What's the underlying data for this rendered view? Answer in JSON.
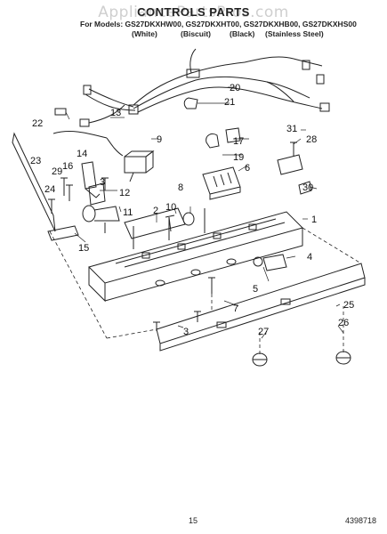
{
  "watermark": "AppliancePartsPros.com",
  "title": "CONTROLS PARTS",
  "models_line": "For Models: GS27DKXHW00, GS27DKXHT00, GS27DKXHB00, GS27DKXHS00",
  "colors": [
    "(White)",
    "(Biscuit)",
    "(Black)",
    "(Stainless Steel)"
  ],
  "callouts": [
    "1",
    "2",
    "3",
    "3",
    "4",
    "5",
    "6",
    "7",
    "8",
    "9",
    "10",
    "11",
    "12",
    "13",
    "14",
    "15",
    "16",
    "17",
    "19",
    "20",
    "21",
    "22",
    "23",
    "24",
    "25",
    "26",
    "27",
    "28",
    "29",
    "30",
    "31"
  ],
  "page_number": "15",
  "doc_number": "4398718"
}
